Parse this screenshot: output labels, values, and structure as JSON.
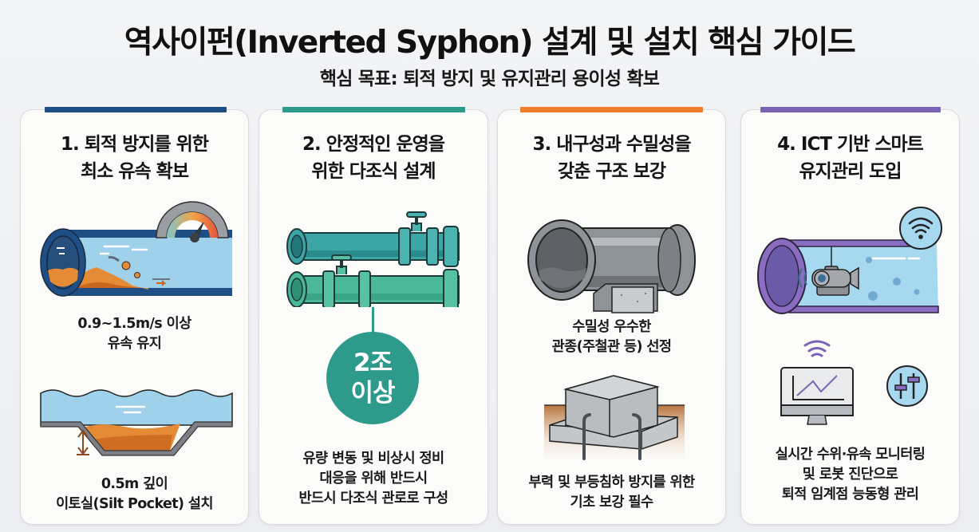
{
  "header": {
    "title": "역사이펀(Inverted Syphon) 설계 및 설치 핵심 가이드",
    "subtitle": "핵심 목표: 퇴적 방지 및 유지관리 용이성 확보"
  },
  "colors": {
    "card1_accent": "#1f4e85",
    "card2_accent": "#2e9a8c",
    "card3_accent": "#ef7f2d",
    "card4_accent": "#7b64b5"
  },
  "cards": [
    {
      "title_line1": "1. 퇴적 방지를 위한",
      "title_line2": "최소 유속 확보",
      "desc1_line1": "0.9~1.5m/s 이상",
      "desc1_line2": "유속 유지",
      "desc2_line1": "0.5m 깊이",
      "desc2_line2": "이토실(Silt Pocket) 설치",
      "icons": [
        "pipe-with-sediment-icon",
        "velocity-gauge-icon",
        "silt-pocket-icon",
        "depth-arrow-icon"
      ]
    },
    {
      "title_line1": "2. 안정적인 운영을",
      "title_line2": "위한 다조식 설계",
      "badge_line1": "2조",
      "badge_line2": "이상",
      "desc_line1": "유량 변동 및 비상시 정비",
      "desc_line2": "대응을 위해 반드시",
      "desc_line3": "반드시 다조식 관로로 구성",
      "icons": [
        "double-pipe-with-valves-icon"
      ]
    },
    {
      "title_line1": "3. 내구성과 수밀성을",
      "title_line2": "갖춘 구조 보강",
      "desc1_line1": "수밀성 우수한",
      "desc1_line2": "관종(주철관 등) 선정",
      "desc2_line1": "부력 및 부등침하 방지를 위한",
      "desc2_line2": "기초 보강 필수",
      "icons": [
        "cast-iron-pipe-icon",
        "concrete-foundation-icon"
      ]
    },
    {
      "title_line1": "4. ICT 기반 스마트",
      "title_line2": "유지관리 도입",
      "desc_line1": "실시간 수위·유속 모니터링",
      "desc_line2": "및 로봇 진단으로",
      "desc_line3": "퇴적 임계점 능동형 관리",
      "icons": [
        "pipe-inspection-robot-icon",
        "wifi-icon",
        "monitor-chart-icon",
        "control-sliders-icon"
      ]
    }
  ]
}
